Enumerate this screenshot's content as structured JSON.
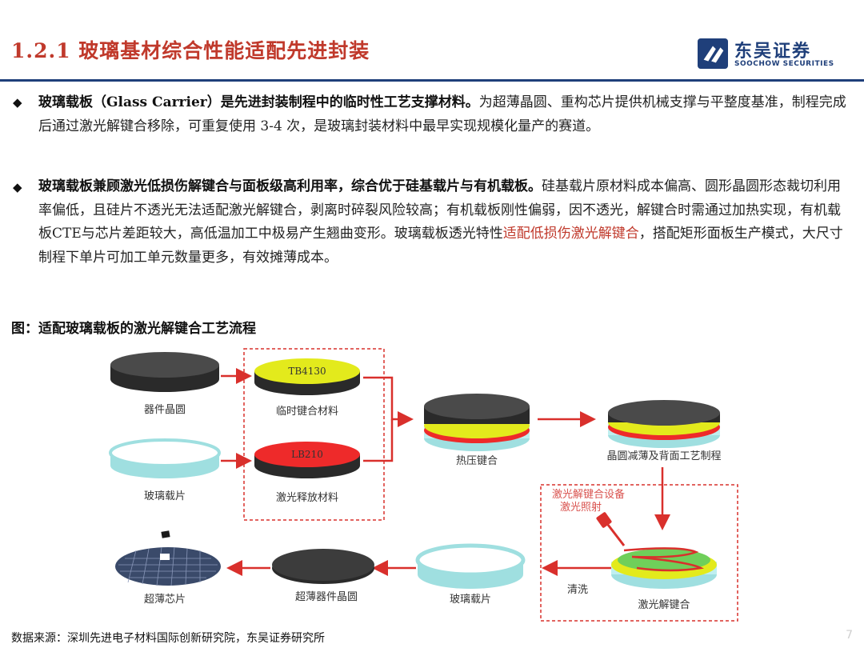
{
  "header": {
    "title": "1.2.1 玻璃基材综合性能适配先进封装",
    "logo_cn": "东吴证券",
    "logo_en": "SOOCHOW SECURITIES"
  },
  "paragraphs": [
    {
      "bullet": "◆",
      "bold": "玻璃载板（Glass Carrier）是先进封装制程中的临时性工艺支撑材料。",
      "text": "为超薄晶圆、重构芯片提供机械支撑与平整度基准，制程完成后通过激光解键合移除，可重复使用 3-4 次，是玻璃封装材料中最早实现规模化量产的赛道。"
    },
    {
      "bullet": "◆",
      "bold": "玻璃载板兼顾激光低损伤解键合与面板级高利用率，综合优于硅基载片与有机载板。",
      "text": "硅基载片原材料成本偏高、圆形晶圆形态裁切利用率偏低，且硅片不透光无法适配激光解键合，剥离时碎裂风险较高；有机载板刚性偏弱，因不透光，解键合时需通过加热实现，有机载板CTE与芯片差距较大，高低温加工中极易产生翘曲变形。玻璃载板透光特性",
      "highlight": "适配低损伤激光解键合",
      "text_after": "，搭配矩形面板生产模式，大尺寸制程下单片可加工单元数量更多，有效摊薄成本。"
    }
  ],
  "figure": {
    "caption": "图：适配玻璃载板的激光解键合工艺流程",
    "labels": {
      "device_wafer": "器件晶圆",
      "temp_bond": "临时键合材料",
      "glass_carrier": "玻璃载片",
      "laser_release": "激光释放材料",
      "thermo_bond": "热压键合",
      "thinning": "晶圆减薄及背面工艺制程",
      "equipment_line1": "激光解键合设备",
      "equipment_line2": "激光照射",
      "debond": "激光解键合",
      "clean": "清洗",
      "glass_carrier2": "玻璃载片",
      "thin_wafer": "超薄器件晶圆",
      "thin_chip": "超薄芯片"
    },
    "disk_text": {
      "tb": "TB4130",
      "lb": "LB210"
    },
    "colors": {
      "arrow": "#d9302c",
      "dash": "#d9302c",
      "wafer_dark": "#3a3a3a",
      "yellow": "#e3ea1c",
      "red_layer": "#ee2a2a",
      "glass": "#bfeff0"
    }
  },
  "footer": {
    "source": "数据来源：深圳先进电子材料国际创新研究院，东吴证券研究所",
    "page": "7"
  }
}
